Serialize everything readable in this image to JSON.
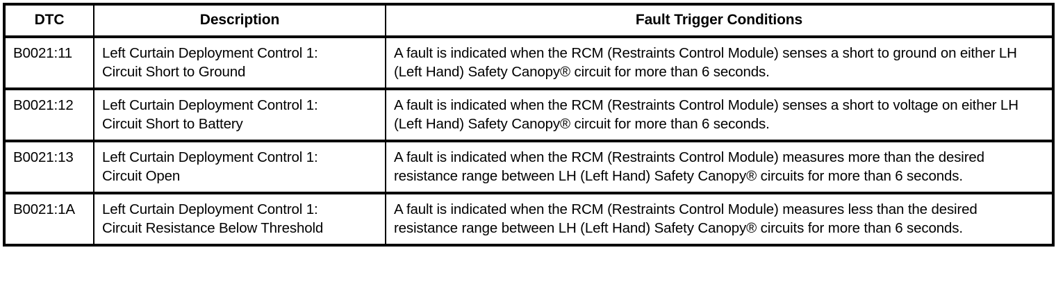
{
  "table": {
    "columns": [
      {
        "key": "dtc",
        "header": "DTC"
      },
      {
        "key": "desc",
        "header": "Description"
      },
      {
        "key": "fault",
        "header": "Fault Trigger Conditions"
      }
    ],
    "rows": [
      {
        "dtc": "B0021:11",
        "desc_line1": "Left Curtain Deployment Control 1:",
        "desc_line2": "Circuit Short to Ground",
        "fault": "A fault is indicated when the RCM (Restraints Control Module) senses a short to ground on either LH (Left Hand) Safety Canopy® circuit for more than 6 seconds."
      },
      {
        "dtc": "B0021:12",
        "desc_line1": "Left Curtain Deployment Control 1:",
        "desc_line2": "Circuit Short to Battery",
        "fault": "A fault is indicated when the RCM (Restraints Control Module) senses a short to voltage on either LH (Left Hand) Safety Canopy® circuit for more than 6 seconds."
      },
      {
        "dtc": "B0021:13",
        "desc_line1": "Left Curtain Deployment Control 1:",
        "desc_line2": "Circuit Open",
        "fault": "A fault is indicated when the RCM (Restraints Control Module) measures more than the desired resistance range between LH (Left Hand) Safety Canopy® circuits for more than 6 seconds."
      },
      {
        "dtc": "B0021:1A",
        "desc_line1": "Left Curtain Deployment Control 1:",
        "desc_line2": "Circuit Resistance Below Threshold",
        "fault": "A fault is indicated when the RCM (Restraints Control Module) measures less than the desired resistance range between LH (Left Hand) Safety Canopy® circuits for more than 6 seconds."
      }
    ]
  },
  "colors": {
    "border": "#000000",
    "text": "#000000",
    "background": "#ffffff"
  }
}
